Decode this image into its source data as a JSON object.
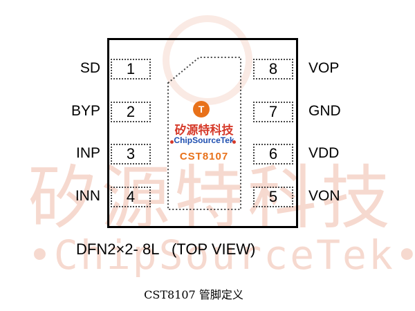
{
  "watermark": {
    "cn": "矽源特科技",
    "en": "•ChipSourceTek•"
  },
  "pins": {
    "left": [
      {
        "num": "1",
        "name": "SD"
      },
      {
        "num": "2",
        "name": "BYP"
      },
      {
        "num": "3",
        "name": "INP"
      },
      {
        "num": "4",
        "name": "INN"
      }
    ],
    "right": [
      {
        "num": "8",
        "name": "VOP"
      },
      {
        "num": "7",
        "name": "GND"
      },
      {
        "num": "6",
        "name": "VDD"
      },
      {
        "num": "5",
        "name": "VON"
      }
    ]
  },
  "logo": {
    "mark": "T",
    "cn": "矽源特科技",
    "en": "ChipSourceTek",
    "part_number": "CST8107"
  },
  "package_label": "DFN2×2- 8L   (TOP VIEW)",
  "caption": "CST8107 管脚定义",
  "colors": {
    "logo_orange": "#e8711a",
    "logo_red": "#d63a2a",
    "logo_blue": "#1f4fb0",
    "watermark": "#f6d9cf"
  }
}
